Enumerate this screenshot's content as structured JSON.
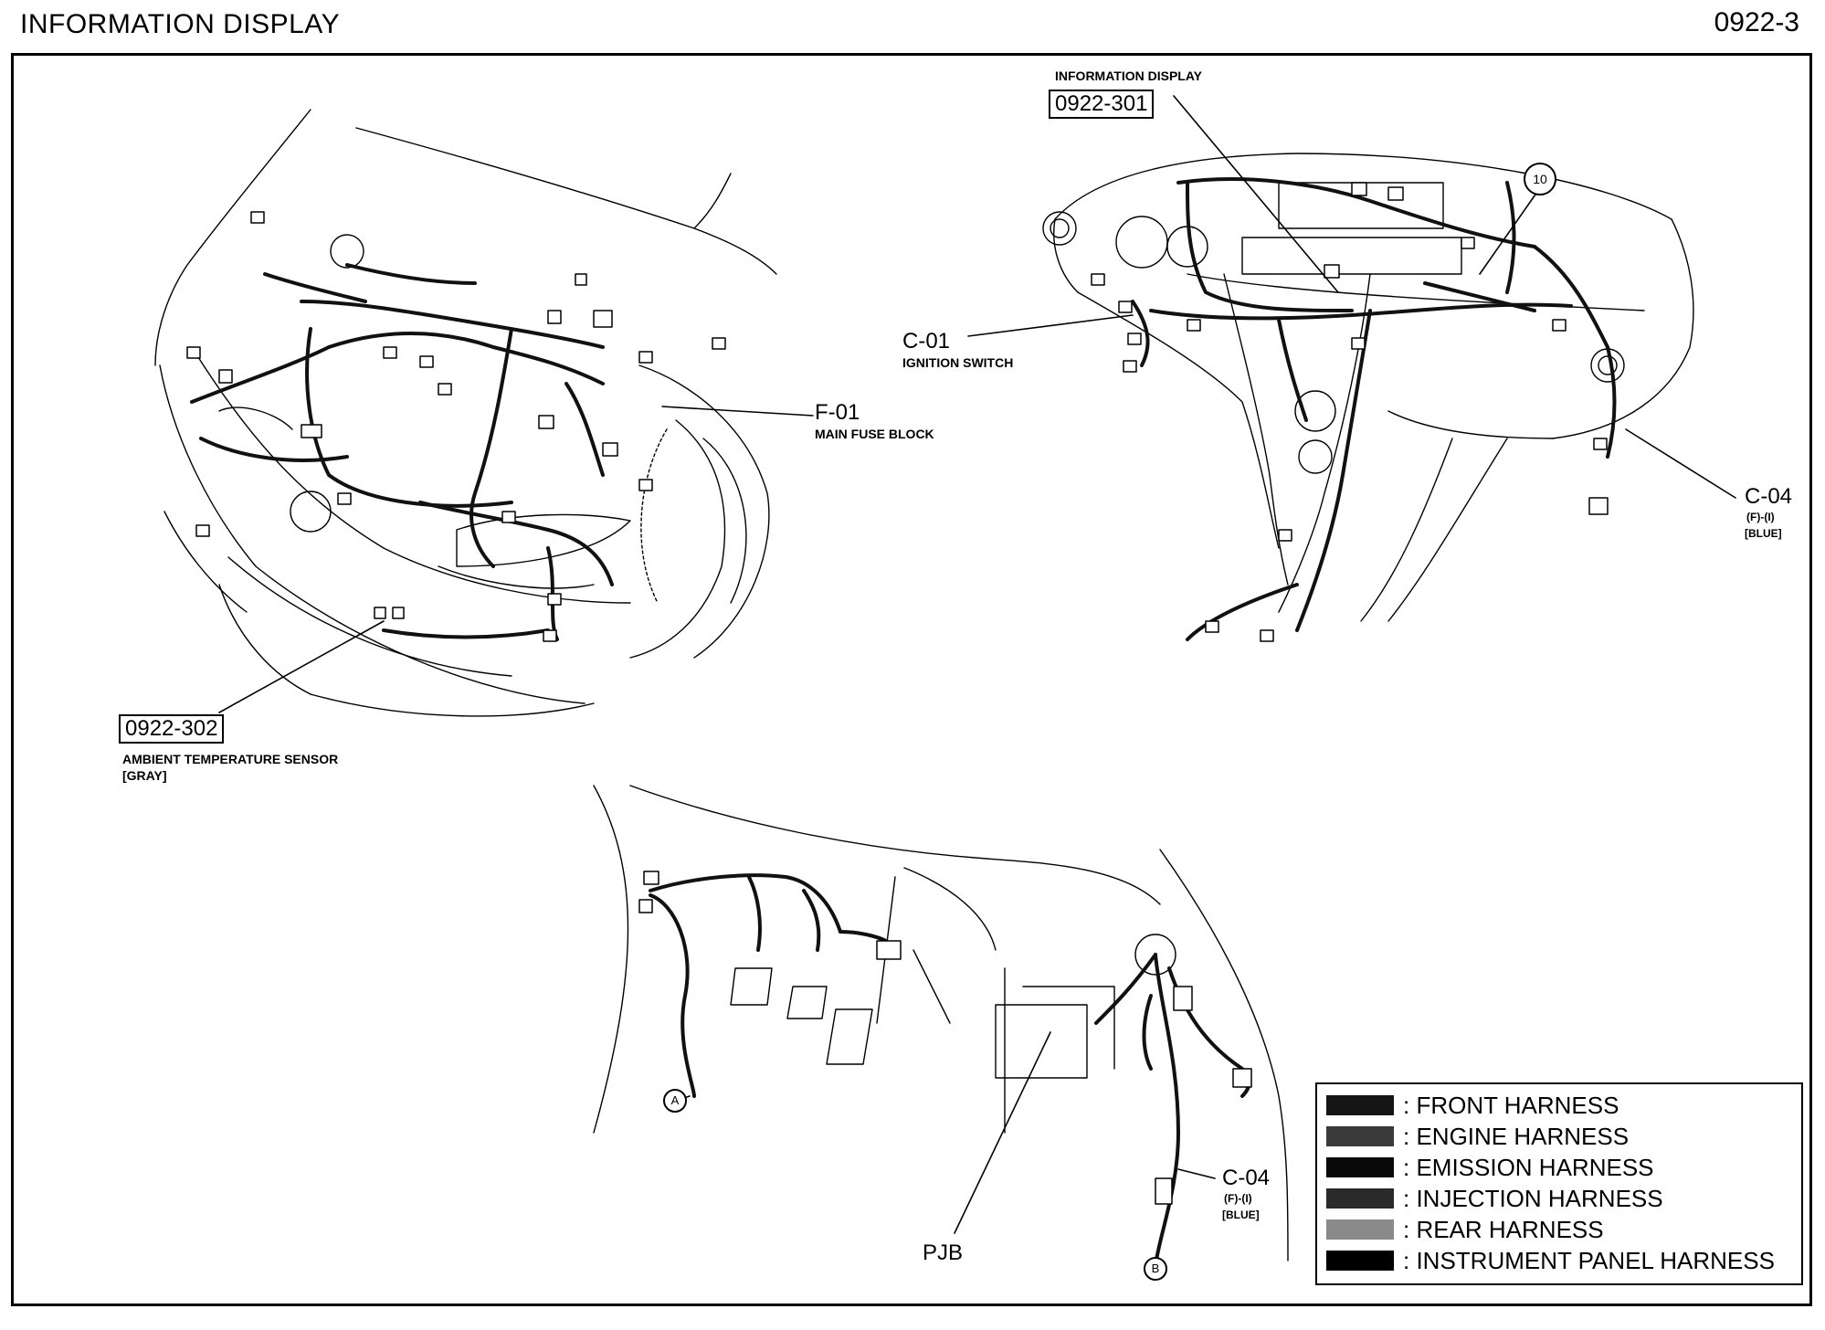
{
  "header": {
    "title": "INFORMATION DISPLAY",
    "page_number": "0922-3"
  },
  "callouts": {
    "info_display_caption": "INFORMATION DISPLAY",
    "info_display_code": "0922-301",
    "ambient_code": "0922-302",
    "ambient_caption": "AMBIENT TEMPERATURE SENSOR",
    "ambient_color": "[GRAY]",
    "f01_code": "F-01",
    "f01_caption": "MAIN FUSE BLOCK",
    "c01_code": "C-01",
    "c01_caption": "IGNITION SWITCH",
    "c04_top_code": "C-04",
    "c04_top_pins": "(F)-(I)",
    "c04_top_color": "[BLUE]",
    "c04_bottom_code": "C-04",
    "c04_bottom_pins": "(F)-(I)",
    "c04_bottom_color": "[BLUE]",
    "pjb": "PJB",
    "marker_10": "10",
    "marker_a": "A",
    "marker_b": "B"
  },
  "legend": {
    "items": [
      {
        "label": ": FRONT HARNESS",
        "color": "#151515"
      },
      {
        "label": ": ENGINE HARNESS",
        "color": "#3a3a3a"
      },
      {
        "label": ": EMISSION HARNESS",
        "color": "#0a0a0a"
      },
      {
        "label": ": INJECTION HARNESS",
        "color": "#2a2a2a"
      },
      {
        "label": ": REAR HARNESS",
        "color": "#8a8a8a"
      },
      {
        "label": ": INSTRUMENT PANEL HARNESS",
        "color": "#000000"
      }
    ]
  }
}
